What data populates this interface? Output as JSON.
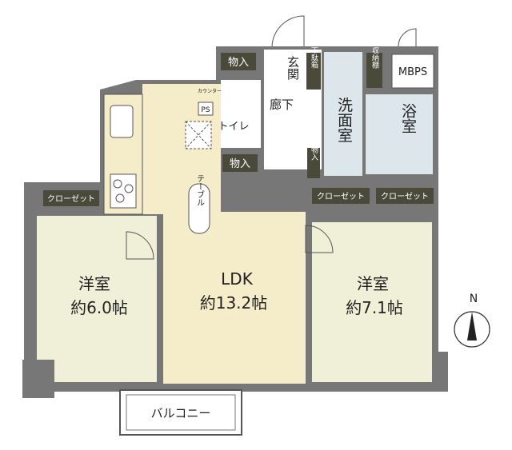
{
  "rooms": {
    "western_left": {
      "name": "洋室",
      "size": "約6.0帖"
    },
    "ldk": {
      "name": "LDK",
      "size": "約13.2帖"
    },
    "western_right": {
      "name": "洋室",
      "size": "約7.1帖"
    },
    "washroom": "洗面室",
    "bath": "浴室",
    "toilet": "トイレ",
    "entrance": "玄関",
    "corridor": "廊下",
    "balcony": "バルコニー"
  },
  "tags": {
    "storage_top": "物入",
    "storage_mid": "物入",
    "storage_small": "物入",
    "closet_left": "クローゼット",
    "closet_right_a": "クローゼット",
    "closet_right_b": "クローゼット",
    "shoe_box": "下駄箱",
    "storage_shelf": "収納棚",
    "mbps": "MBPS",
    "ps": "PS",
    "counter": "カウンター",
    "table": "テーブル"
  },
  "compass": {
    "label": "N"
  },
  "colors": {
    "wall": "#6f6f6f",
    "floor_wood": "#f5ecc9",
    "floor_bed": "#f0f0d8",
    "floor_wet": "#dde6ea",
    "tag_bg": "#4d4a38"
  }
}
